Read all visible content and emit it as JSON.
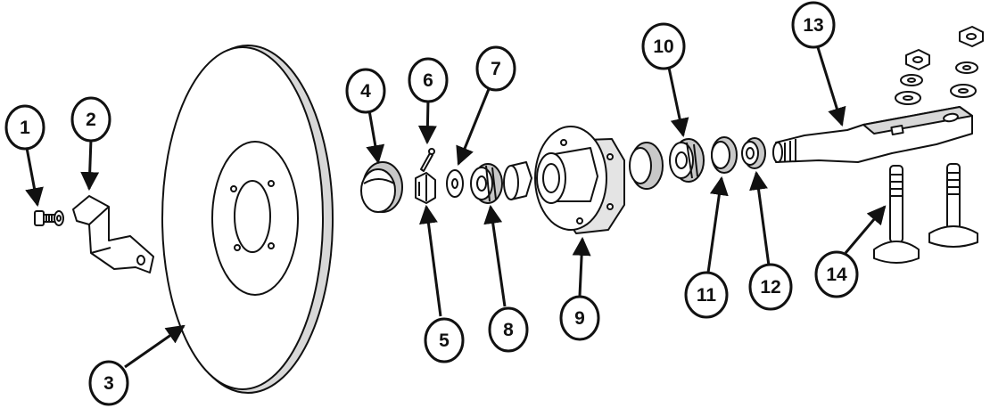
{
  "diagram": {
    "line_color": "#111111",
    "fill_color": "#ffffff",
    "shade_color": "#c8c8c8",
    "callouts": [
      {
        "id": "1",
        "label": "1"
      },
      {
        "id": "2",
        "label": "2"
      },
      {
        "id": "3",
        "label": "3"
      },
      {
        "id": "4",
        "label": "4"
      },
      {
        "id": "5",
        "label": "5"
      },
      {
        "id": "6",
        "label": "6"
      },
      {
        "id": "7",
        "label": "7"
      },
      {
        "id": "8",
        "label": "8"
      },
      {
        "id": "9",
        "label": "9"
      },
      {
        "id": "10",
        "label": "10"
      },
      {
        "id": "11",
        "label": "11"
      },
      {
        "id": "12",
        "label": "12"
      },
      {
        "id": "13",
        "label": "13"
      },
      {
        "id": "14",
        "label": "14"
      }
    ]
  }
}
